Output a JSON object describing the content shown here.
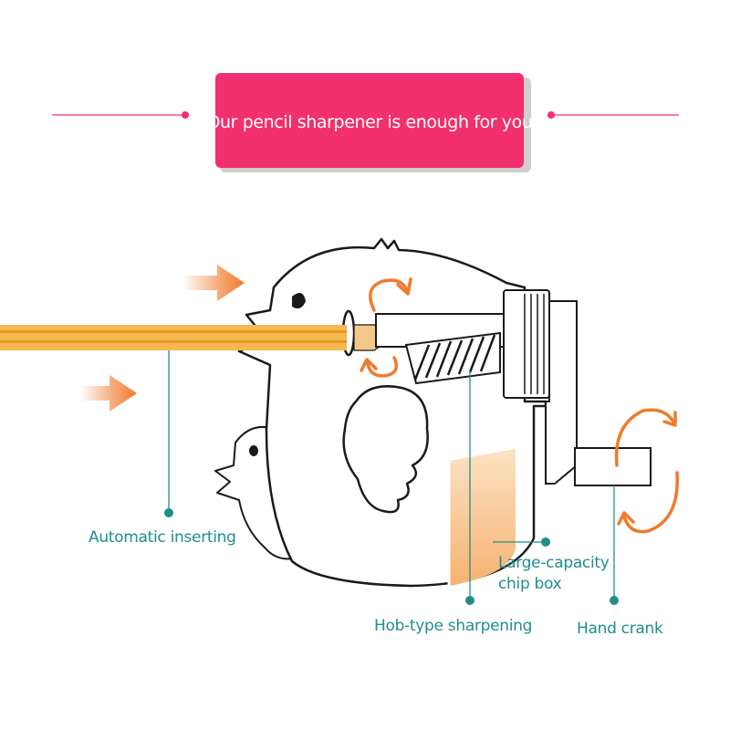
{
  "banner": {
    "text": "Our pencil sharpener is enough for you",
    "color": "#f2306e",
    "shadow_color": "#c9c9c9"
  },
  "labels": {
    "automatic_inserting": "Automatic inserting",
    "large_capacity_line1": "Large-capacity",
    "large_capacity_line2": "chip box",
    "hob_type": "Hob-type sharpening",
    "hand_crank": "Hand crank"
  },
  "colors": {
    "label": "#1f8e8c",
    "pencil": "#f5b84a",
    "pencil_stripe": "#e8962c",
    "arrow": "#f07a2c",
    "chip_box": "#f8c890",
    "outline": "#1a1a1a"
  },
  "icons": {
    "insert_arrow": "double-right-arrow-icon",
    "rotation": "circular-rotation-arrow-icon"
  }
}
